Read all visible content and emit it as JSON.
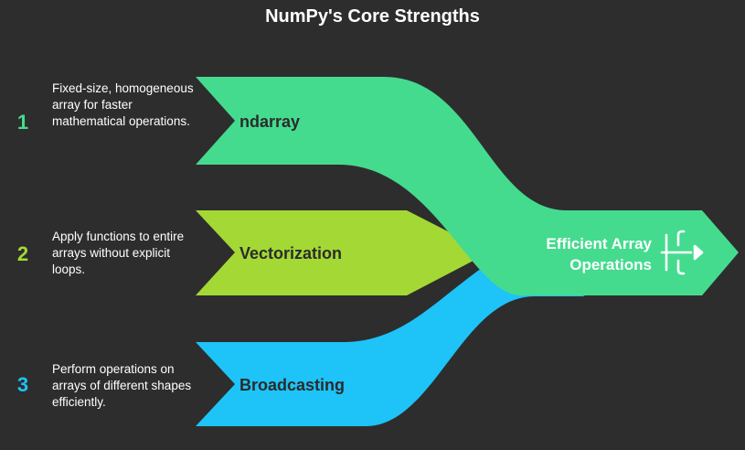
{
  "title": "NumPy's Core Strengths",
  "colors": {
    "background": "#2d2d2d",
    "green": "#45db8f",
    "lime": "#a3d835",
    "blue": "#1ec3f7",
    "label_dark": "#2b2b2b",
    "white": "#ffffff"
  },
  "items": [
    {
      "number": "1",
      "label": "ndarray",
      "description": "Fixed-size, homogeneous array for faster mathematical operations."
    },
    {
      "number": "2",
      "label": "Vectorization",
      "description": "Apply functions to entire arrays without explicit loops."
    },
    {
      "number": "3",
      "label": "Broadcasting",
      "description": "Perform operations on arrays of different shapes efficiently."
    }
  ],
  "output": {
    "line1": "Efficient Array",
    "line2": "Operations",
    "icon": "exit-arrow-icon"
  }
}
